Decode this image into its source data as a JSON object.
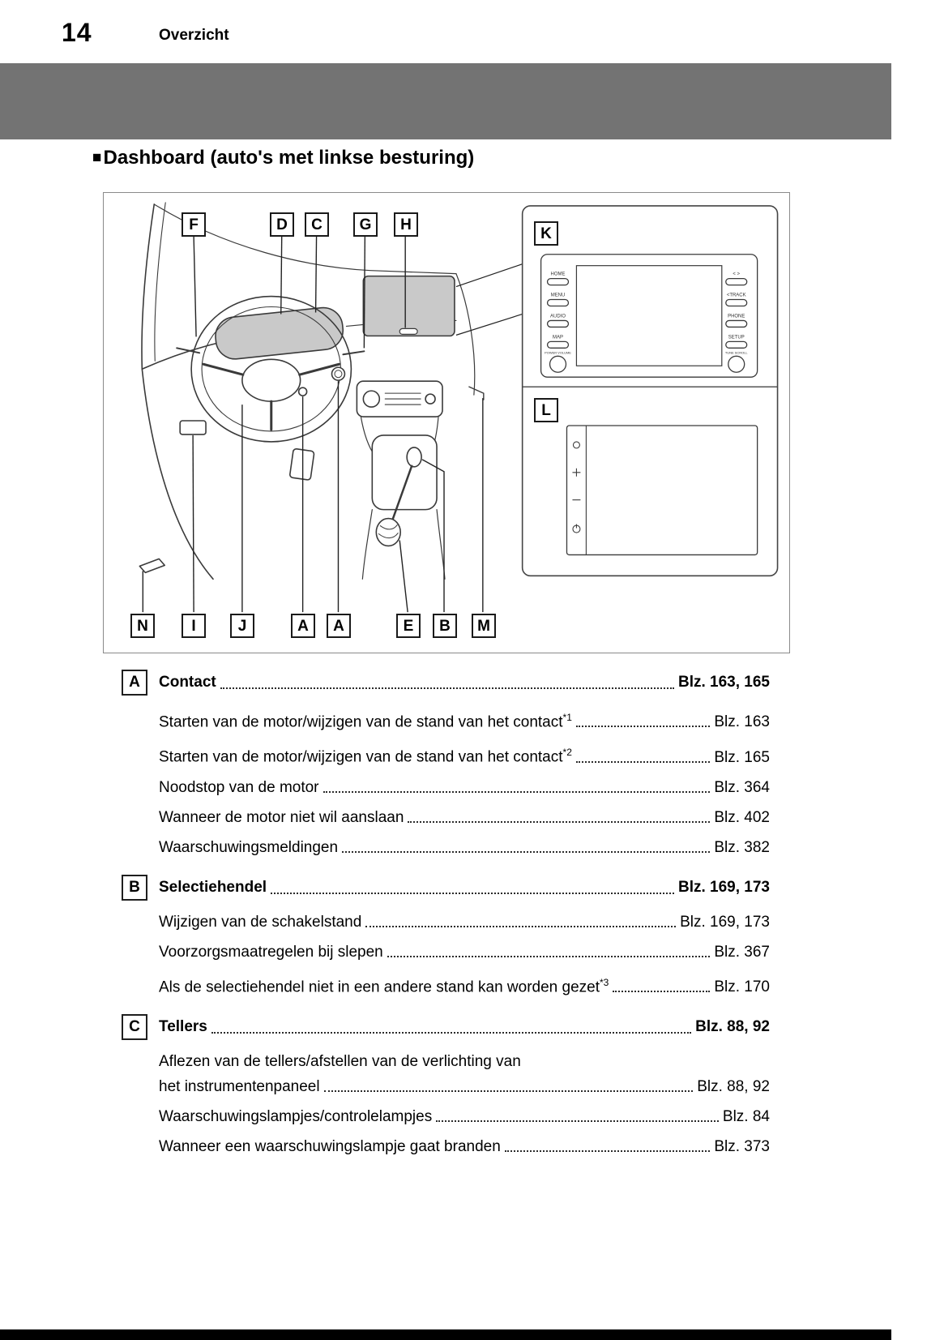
{
  "page": {
    "number": "14",
    "header_title": "Overzicht",
    "section_marker": "■",
    "section_title": "Dashboard (auto's met linkse besturing)"
  },
  "diagram": {
    "top_labels": [
      "F",
      "D",
      "C",
      "G",
      "H"
    ],
    "panel_labels": [
      "K",
      "L"
    ],
    "bottom_labels": [
      "N",
      "I",
      "J",
      "A",
      "A",
      "E",
      "B",
      "M"
    ],
    "head_unit": {
      "left_buttons": [
        "HOME",
        "MENU",
        "AUDIO",
        "MAP"
      ],
      "left_knob": "POWER VOLUME",
      "right_buttons": [
        "< >",
        "<TRACK",
        "PHONE",
        "SETUP"
      ],
      "right_knob": "TUNE SCROLL"
    }
  },
  "index": {
    "sections": [
      {
        "letter": "A",
        "title": "Contact",
        "page": "Blz. 163, 165",
        "items": [
          {
            "text": "Starten van de motor/wijzigen van de stand van het contact",
            "sup": "*1",
            "page": "Blz. 163"
          },
          {
            "text": "Starten van de motor/wijzigen van de stand van het contact",
            "sup": "*2",
            "page": "Blz. 165"
          },
          {
            "text": "Noodstop van de motor",
            "page": "Blz. 364"
          },
          {
            "text": "Wanneer de motor niet wil aanslaan",
            "page": "Blz. 402"
          },
          {
            "text": "Waarschuwingsmeldingen",
            "page": "Blz. 382"
          }
        ]
      },
      {
        "letter": "B",
        "title": "Selectiehendel",
        "page": "Blz. 169, 173",
        "items": [
          {
            "text": "Wijzigen van de schakelstand",
            "page": "Blz. 169, 173"
          },
          {
            "text": "Voorzorgsmaatregelen bij slepen",
            "page": "Blz. 367"
          },
          {
            "text": "Als de selectiehendel niet in een andere stand kan worden gezet",
            "sup": "*3",
            "page": "Blz. 170"
          }
        ]
      },
      {
        "letter": "C",
        "title": "Tellers",
        "page": "Blz. 88, 92",
        "items": [
          {
            "pre": "Aflezen van de tellers/afstellen van de verlichting van",
            "text": "het instrumentenpaneel",
            "page": "Blz. 88, 92"
          },
          {
            "text": "Waarschuwingslampjes/controlelampjes",
            "page": "Blz. 84"
          },
          {
            "text": "Wanneer een waarschuwingslampje gaat branden",
            "page": "Blz. 373"
          }
        ]
      }
    ]
  }
}
